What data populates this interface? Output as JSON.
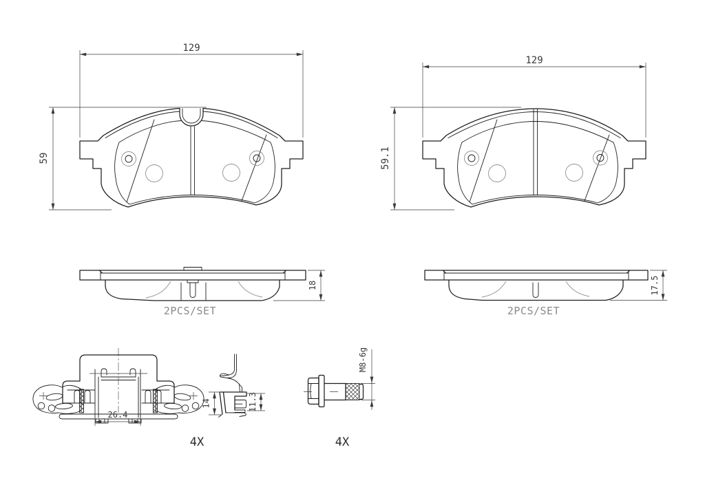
{
  "views": {
    "pad_front_left": {
      "width_dim": "129",
      "height_dim": "59"
    },
    "pad_front_right": {
      "width_dim": "129",
      "height_dim": "59.1"
    },
    "pad_profile_left": {
      "thickness_dim": "18",
      "set_label": "2PCS/SET"
    },
    "pad_profile_right": {
      "thickness_dim": "17.5",
      "set_label": "2PCS/SET"
    },
    "clip_assembly": {
      "width_dim": "26.4",
      "qty_label": "4X"
    },
    "spring_clip": {
      "outer_height_dim": "14",
      "inner_height_dim": "11.3"
    },
    "bolt": {
      "thread_label": "M8-6g",
      "qty_label": "4X"
    }
  },
  "colors": {
    "line": "#1c1c1c",
    "light_line": "#8f8f8f",
    "dim_text": "#3a3a3a",
    "label_text": "#8a8a8a",
    "qty_text": "#2b2b2b",
    "background": "#ffffff"
  }
}
